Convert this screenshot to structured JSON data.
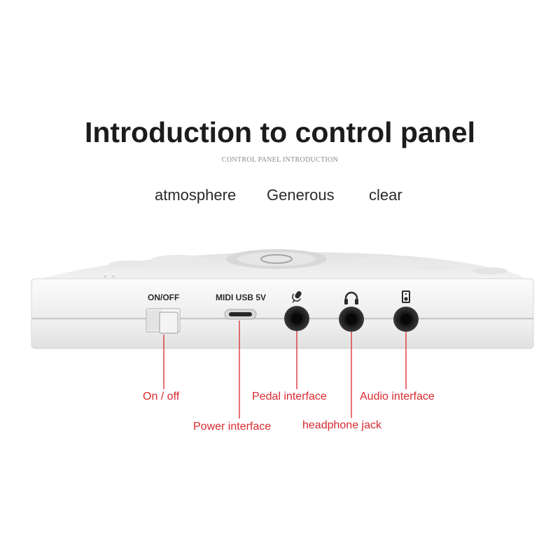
{
  "header": {
    "title": "Introduction to control panel",
    "subtitle": "CONTROL PANEL INTRODUCTION",
    "tags": [
      "atmosphere",
      "Generous",
      "clear"
    ]
  },
  "device": {
    "labels": {
      "power_switch": "ON/OFF",
      "usb": "MIDI USB 5V"
    },
    "icons": [
      "microphone-icon",
      "headphone-icon",
      "speaker-icon"
    ]
  },
  "callouts": {
    "on_off": "On / off",
    "power": "Power interface",
    "pedal": "Pedal interface",
    "headphone": "headphone jack",
    "audio": "Audio interface"
  },
  "colors": {
    "callout_red": "#d8292f",
    "device_white": "#f4f4f4"
  }
}
